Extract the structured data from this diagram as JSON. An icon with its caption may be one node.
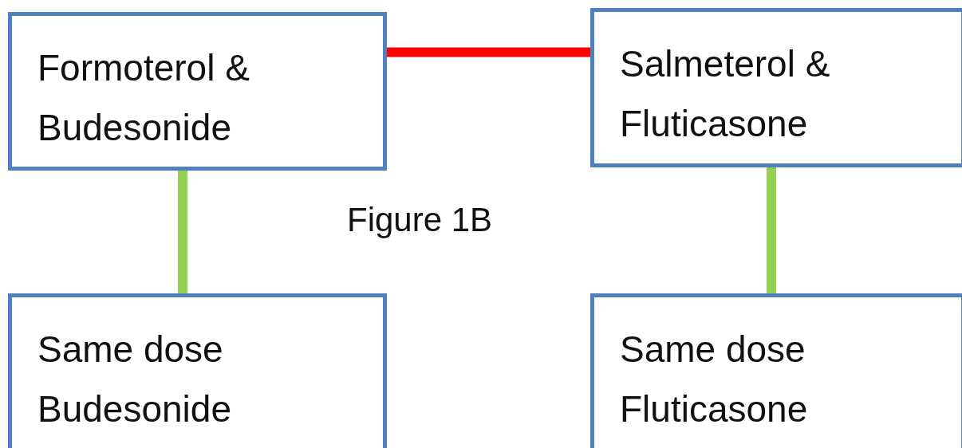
{
  "diagram": {
    "nodes": [
      {
        "text": [
          "Formoterol & Budesonide"
        ]
      },
      {
        "text": [
          "Salmeterol & Fluticasone"
        ]
      },
      {
        "text": [
          "Same dose Budesonide"
        ]
      },
      {
        "text": [
          "Same dose Fluticasone"
        ]
      }
    ],
    "edges": [
      {
        "from": 0,
        "to": 1,
        "arrow": "none",
        "color": "#ff0000"
      },
      {
        "from": 0,
        "to": 2,
        "arrow": "none"
      },
      {
        "from": 1,
        "to": 3,
        "arrow": "none"
      }
    ],
    "labels": [
      "Figure 1B"
    ]
  }
}
